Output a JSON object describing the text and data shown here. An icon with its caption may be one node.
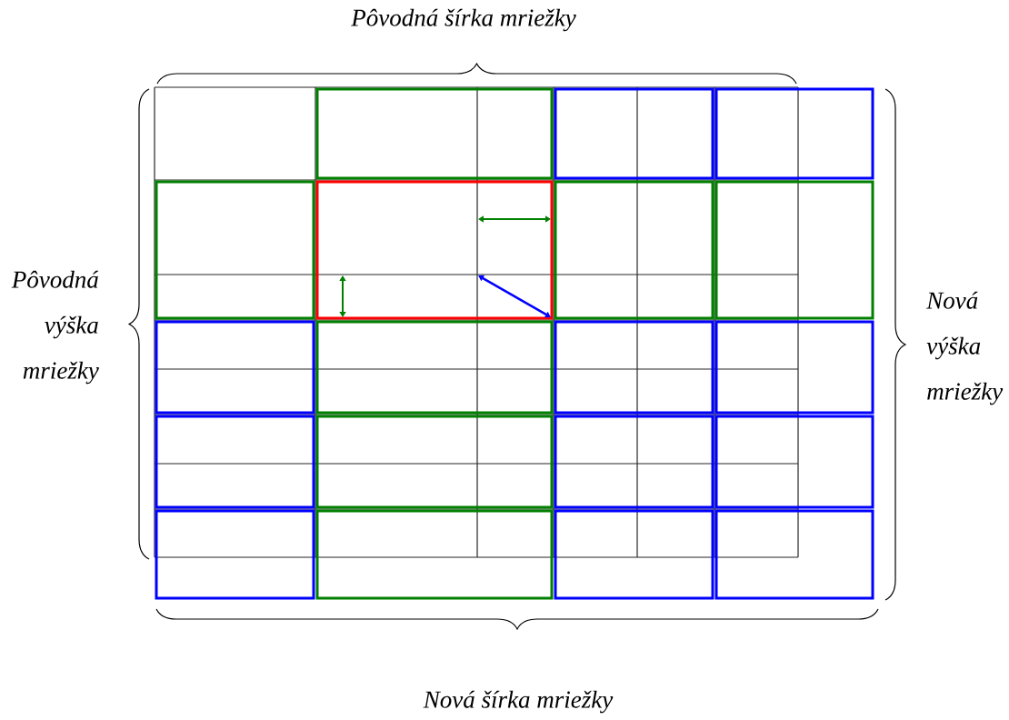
{
  "diagram": {
    "labels": [
      "Pôvodná šírka mriežky",
      "Pôvodná výška mriežky",
      "Nová výška mriežky",
      "Nová šírka mriežky"
    ]
  }
}
